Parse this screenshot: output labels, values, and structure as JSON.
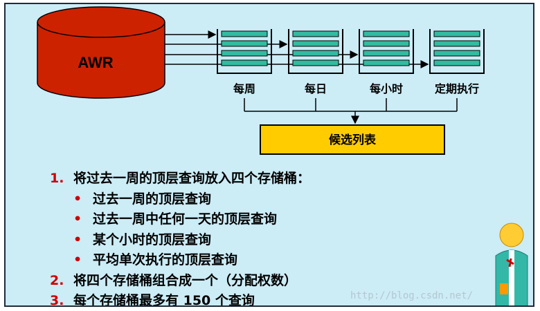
{
  "diagram": {
    "source_label": "AWR",
    "buckets": [
      {
        "label": "每周"
      },
      {
        "label": "每日"
      },
      {
        "label": "每小时"
      },
      {
        "label": "定期执行"
      }
    ],
    "target_label": "候选列表"
  },
  "steps": [
    {
      "num": "1.",
      "text": "将过去一周的顶层查询放入四个存储桶：",
      "sub": [
        {
          "bullet": "•",
          "text": "过去一周的顶层查询"
        },
        {
          "bullet": "•",
          "text": "过去一周中任何一天的顶层查询"
        },
        {
          "bullet": "•",
          "text": "某个小时的顶层查询"
        },
        {
          "bullet": "•",
          "text": "平均单次执行的顶层查询"
        }
      ]
    },
    {
      "num": "2.",
      "text": "将四个存储桶组合成一个（分配权数）"
    },
    {
      "num": "3.",
      "text": "每个存储桶最多有 150 个查询"
    }
  ],
  "watermark": "http://blog.csdn.net/",
  "colors": {
    "background": "#ccecf6",
    "cylinder": "#cc2200",
    "bucket_slot": "#33bba0",
    "target_box": "#ffcc00",
    "accent_red": "#cc0000"
  }
}
